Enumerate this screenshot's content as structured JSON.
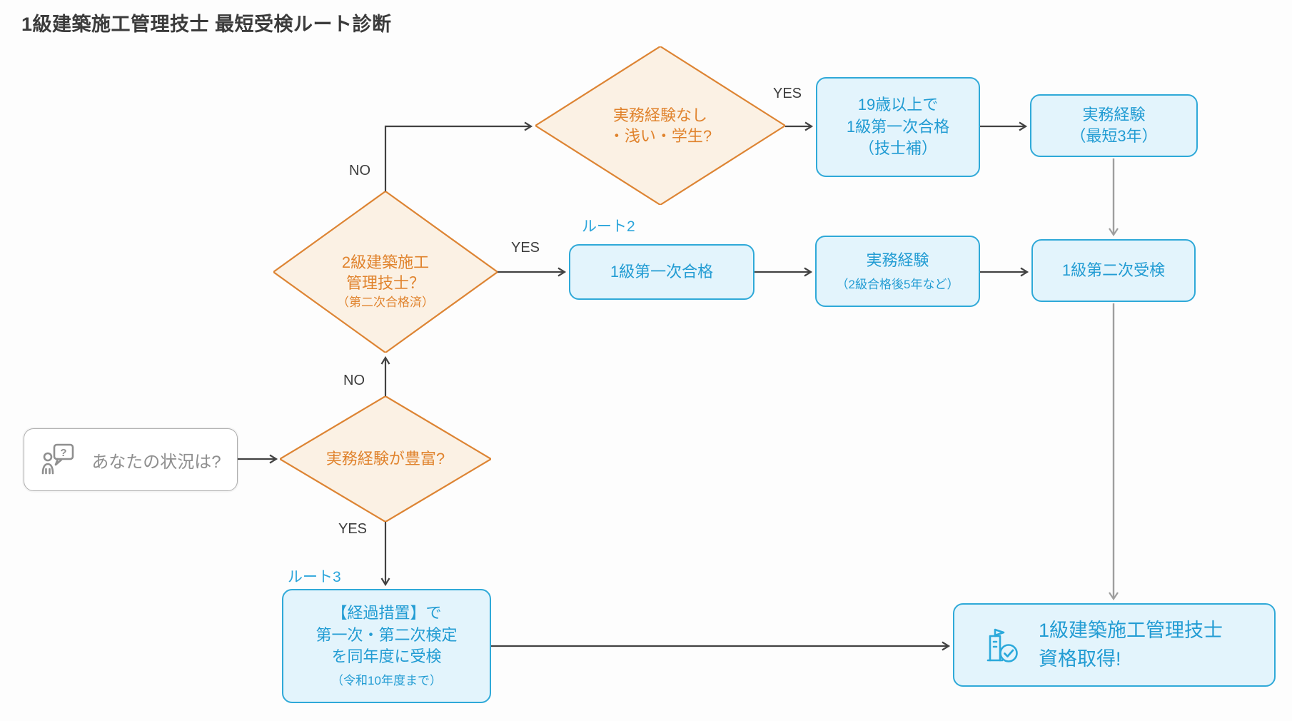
{
  "title": "1級建築施工管理技士 最短受検ルート診断",
  "palette": {
    "orange_border": "#DD8433",
    "orange_fill": "#FBF1E4",
    "orange_text": "#E0832D",
    "blue_border": "#2FA9D8",
    "blue_fill": "#E3F4FC",
    "blue_text": "#229CD3",
    "gray_text": "#8F8F8F",
    "arrow_dark": "#424242",
    "arrow_gray": "#9E9E9E"
  },
  "start": {
    "label": "あなたの状況は?",
    "icon": "person-question-icon",
    "icon_glyph": "?"
  },
  "decisions": {
    "d1": {
      "line1": "実務経験なし",
      "line2": "・浅い・学生?"
    },
    "d2": {
      "line1": "2級建築施工",
      "line2": "管理技士？",
      "note": "（第二次合格済）"
    },
    "d3": {
      "line1": "実務経験が豊富?"
    }
  },
  "processes": {
    "p1": {
      "line1": "19歳以上で",
      "line2": "1級第一次合格",
      "line3": "（技士補）"
    },
    "p2": {
      "line1": "実務経験",
      "line2": "（最短3年）"
    },
    "p3": {
      "line1": "1級第一次合格"
    },
    "p4": {
      "line1": "実務経験",
      "note": "（2級合格後5年など）"
    },
    "p5": {
      "line1": "1級第二次受検"
    },
    "p6": {
      "line1": "【経過措置】で",
      "line2": "第一次・第二次検定",
      "line3": "を同年度に受検",
      "note": "（令和10年度まで）"
    },
    "goal": {
      "line1": "1級建築施工管理技士",
      "line2": "資格取得!",
      "icon": "building-check-icon"
    }
  },
  "edge_labels": {
    "yes1": "YES",
    "no1": "NO",
    "yes2": "YES",
    "no2": "NO",
    "yes3": "YES"
  },
  "route_labels": {
    "route2": "ルート2",
    "route3": "ルート3"
  }
}
